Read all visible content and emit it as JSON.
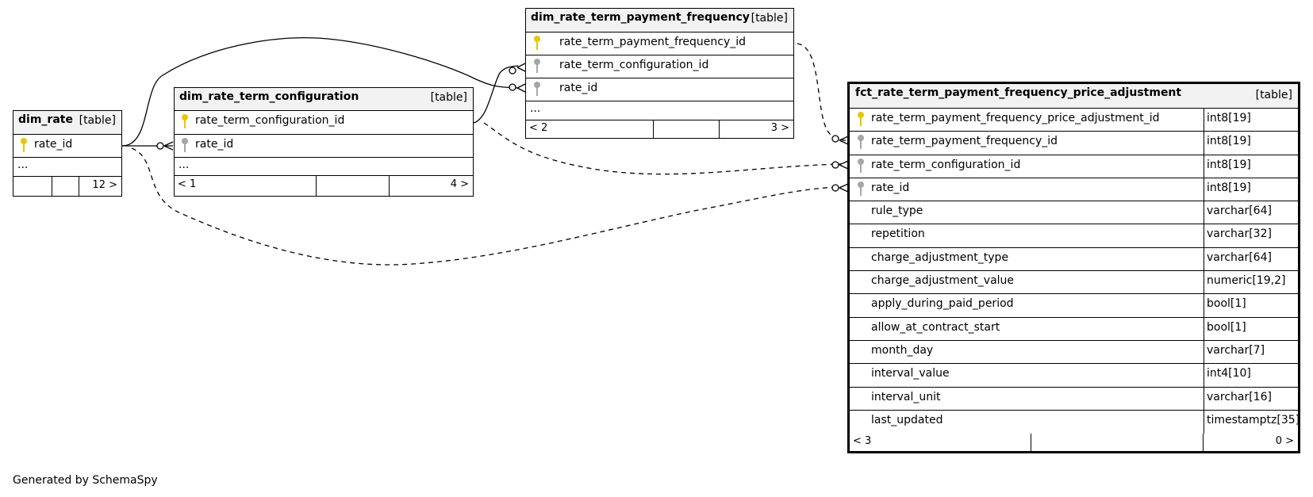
{
  "credit": "Generated by SchemaSpy",
  "tables": {
    "dim_rate": {
      "name": "dim_rate",
      "type": "[table]",
      "columns": [
        {
          "name": "rate_id",
          "key": "primary"
        }
      ],
      "ellipsis": "...",
      "footer": {
        "prev": "",
        "next": "12 >"
      }
    },
    "dim_rate_term_configuration": {
      "name": "dim_rate_term_configuration",
      "type": "[table]",
      "columns": [
        {
          "name": "rate_term_configuration_id",
          "key": "primary"
        },
        {
          "name": "rate_id",
          "key": "foreign"
        }
      ],
      "ellipsis": "...",
      "footer": {
        "prev": "< 1",
        "next": "4 >"
      }
    },
    "dim_rate_term_payment_frequency": {
      "name": "dim_rate_term_payment_frequency",
      "type": "[table]",
      "columns": [
        {
          "name": "rate_term_payment_frequency_id",
          "key": "primary"
        },
        {
          "name": "rate_term_configuration_id",
          "key": "foreign"
        },
        {
          "name": "rate_id",
          "key": "foreign"
        }
      ],
      "ellipsis": "...",
      "footer": {
        "prev": "< 2",
        "next": "3 >"
      }
    },
    "fct_rate_term_payment_frequency_price_adjustment": {
      "name": "fct_rate_term_payment_frequency_price_adjustment",
      "type": "[table]",
      "columns": [
        {
          "name": "rate_term_payment_frequency_price_adjustment_id",
          "type": "int8[19]",
          "key": "primary"
        },
        {
          "name": "rate_term_payment_frequency_id",
          "type": "int8[19]",
          "key": "foreign"
        },
        {
          "name": "rate_term_configuration_id",
          "type": "int8[19]",
          "key": "foreign"
        },
        {
          "name": "rate_id",
          "type": "int8[19]",
          "key": "foreign"
        },
        {
          "name": "rule_type",
          "type": "varchar[64]",
          "key": "none"
        },
        {
          "name": "repetition",
          "type": "varchar[32]",
          "key": "none"
        },
        {
          "name": "charge_adjustment_type",
          "type": "varchar[64]",
          "key": "none"
        },
        {
          "name": "charge_adjustment_value",
          "type": "numeric[19,2]",
          "key": "none"
        },
        {
          "name": "apply_during_paid_period",
          "type": "bool[1]",
          "key": "none"
        },
        {
          "name": "allow_at_contract_start",
          "type": "bool[1]",
          "key": "none"
        },
        {
          "name": "month_day",
          "type": "varchar[7]",
          "key": "none"
        },
        {
          "name": "interval_value",
          "type": "int4[10]",
          "key": "none"
        },
        {
          "name": "interval_unit",
          "type": "varchar[16]",
          "key": "none"
        },
        {
          "name": "last_updated",
          "type": "timestamptz[35]",
          "key": "none"
        }
      ],
      "footer": {
        "prev": "< 3",
        "next": "0 >"
      }
    }
  },
  "relationships": [
    {
      "from": "dim_rate.rate_id",
      "to": "dim_rate_term_configuration.rate_id",
      "style": "solid"
    },
    {
      "from": "dim_rate.rate_id",
      "to": "dim_rate_term_payment_frequency.rate_id",
      "style": "solid"
    },
    {
      "from": "dim_rate_term_configuration.rate_term_configuration_id",
      "to": "dim_rate_term_payment_frequency.rate_term_configuration_id",
      "style": "solid"
    },
    {
      "from": "dim_rate_term_payment_frequency.rate_term_payment_frequency_id",
      "to": "fct_rate_term_payment_frequency_price_adjustment.rate_term_payment_frequency_id",
      "style": "dashed"
    },
    {
      "from": "dim_rate_term_configuration.rate_term_configuration_id",
      "to": "fct_rate_term_payment_frequency_price_adjustment.rate_term_configuration_id",
      "style": "dashed"
    },
    {
      "from": "dim_rate.rate_id",
      "to": "fct_rate_term_payment_frequency_price_adjustment.rate_id",
      "style": "dashed"
    }
  ],
  "colors": {
    "primary_key": "#e6c800",
    "foreign_key": "#a6a6a6",
    "header_bg": "#f2f2f2",
    "line": "#000000"
  }
}
